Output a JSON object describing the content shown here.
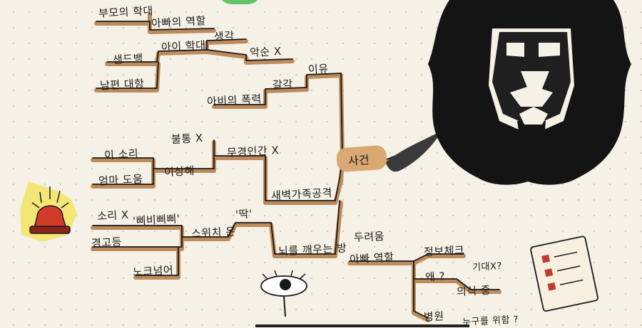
{
  "mindmap": {
    "root": "사건",
    "nodes": {
      "n01": "부모의 학대",
      "n02": "아빠의 역할",
      "n03": "아이 학대",
      "n04": "생각",
      "n05": "샌드백",
      "n06": "악순 X",
      "n07": "남편 대항",
      "n08": "이유",
      "n09": "갈각",
      "n10": "아비의 폭력",
      "n11": "불통 X",
      "n12": "무경인간 X",
      "n13": "이 소리",
      "n14": "엄마 도움",
      "n15": "이상해",
      "n16": "새벽가족공격",
      "n17": "소리 X",
      "n18": "'삐비삐삐'",
      "n19": "'딱'",
      "n20": "경고등",
      "n21": "스위치 온",
      "n22": "노크넘어",
      "n23": "뇌를 깨우는 방",
      "n24": "두려움",
      "n25": "아빠 역할",
      "n26": "정보체크",
      "n27": "기대X?",
      "n28": "왜 ?",
      "n29": "의식 중",
      "n30": "병원",
      "n31": "누구를 위함 ?"
    }
  }
}
